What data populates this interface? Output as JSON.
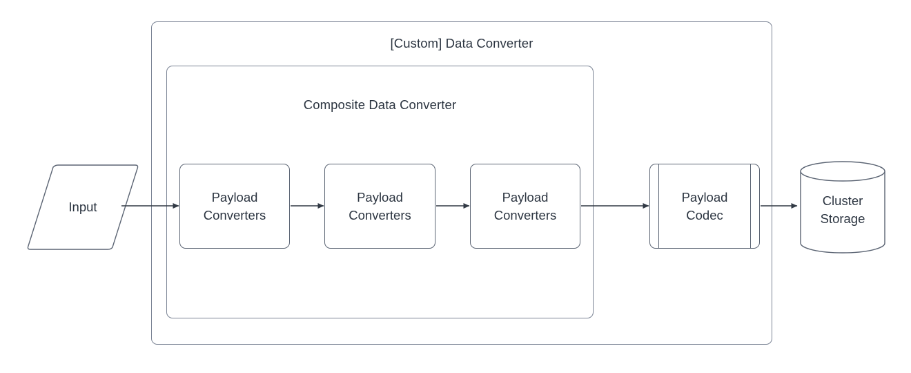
{
  "diagram": {
    "title": "[Custom] Data Converter",
    "background": "#ffffff",
    "stroke_color": "#5b6473",
    "text_color": "#2b3440",
    "containers": {
      "outer": {
        "label": "[Custom] Data Converter"
      },
      "inner": {
        "label": "Composite Data Converter"
      }
    },
    "nodes": {
      "input": {
        "label": "Input",
        "shape": "parallelogram"
      },
      "converter_1": {
        "label": "Payload\nConverters",
        "line1": "Payload",
        "line2": "Converters",
        "shape": "rounded-rectangle"
      },
      "converter_2": {
        "label": "Payload\nConverters",
        "line1": "Payload",
        "line2": "Converters",
        "shape": "rounded-rectangle"
      },
      "converter_3": {
        "label": "Payload\nConverters",
        "line1": "Payload",
        "line2": "Converters",
        "shape": "rounded-rectangle"
      },
      "codec": {
        "label": "Payload\nCodec",
        "line1": "Payload",
        "line2": "Codec",
        "shape": "predefined-process"
      },
      "storage": {
        "label": "Cluster\nStorage",
        "line1": "Cluster",
        "line2": "Storage",
        "shape": "cylinder"
      }
    },
    "edges": [
      {
        "from": "input",
        "to": "converter_1",
        "label": ""
      },
      {
        "from": "converter_1",
        "to": "converter_2",
        "label": ""
      },
      {
        "from": "converter_2",
        "to": "converter_3",
        "label": ""
      },
      {
        "from": "converter_3",
        "to": "codec",
        "label": ""
      },
      {
        "from": "codec",
        "to": "storage",
        "label": ""
      }
    ]
  }
}
